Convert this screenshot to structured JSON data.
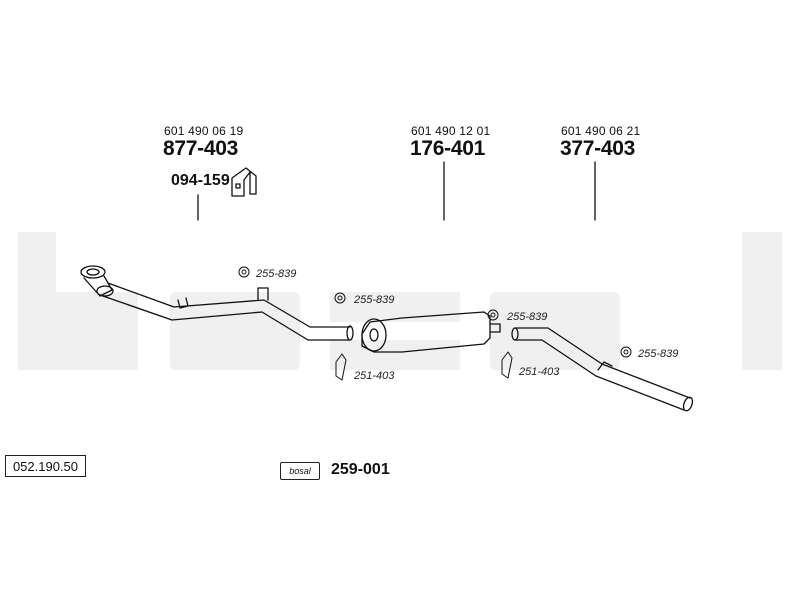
{
  "watermark": "bosal",
  "drawing_number": "052.190.50",
  "parts": [
    {
      "oe": "601 490 06 19",
      "part_no": "877-403"
    },
    {
      "oe": "601 490 12 01",
      "part_no": "176-401"
    },
    {
      "oe": "601 490 06 21",
      "part_no": "377-403"
    }
  ],
  "mount_part": "094-159",
  "clamp_refs": [
    "255-839",
    "255-839",
    "255-839",
    "255-839"
  ],
  "gasket_refs": [
    "251-403",
    "251-403"
  ],
  "kit": {
    "badge": "bosal",
    "part_no": "259-001"
  }
}
